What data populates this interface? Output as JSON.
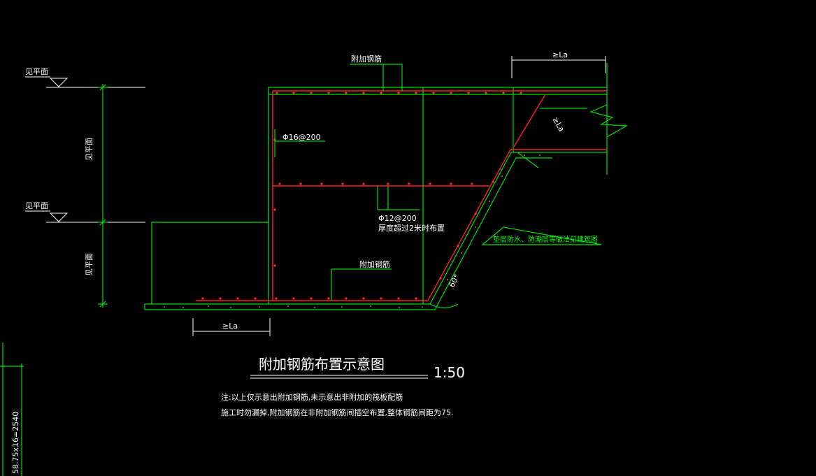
{
  "labels": {
    "level_1": "见平面",
    "level_2": "见平面",
    "dim_vertical_1": "见平面",
    "dim_vertical_2": "见平面",
    "top_extra_rebar": "附加钢筋",
    "bottom_extra_rebar": "附加钢筋",
    "rebar_phi16": "Φ16@200",
    "rebar_phi12": "Φ12@200",
    "phi12_note": "厚度超过2米时布置",
    "anchor_top": "≥La",
    "anchor_slope": "≥La",
    "anchor_bottom": "≥La",
    "angle": "60°",
    "waterproof_note": "垫层防水、防潮层等做法见建筑图",
    "left_edge_dim": "58.75x16=2540"
  },
  "title": {
    "text": "附加钢筋布置示意图",
    "scale": "1:50"
  },
  "notes": {
    "line1": "注:以上仅示意出附加钢筋,未示意出非附加的筏板配筋",
    "line2": "施工时勿漏掉,附加钢筋在非附加钢筋间插空布置,整体钢筋间距为75."
  },
  "colors": {
    "background": "#000000",
    "structure": "#00e000",
    "rebar": "#ff2020",
    "text": "#ffffff"
  }
}
